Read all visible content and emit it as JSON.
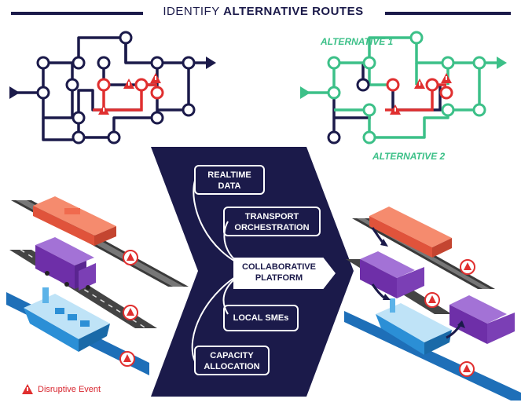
{
  "title": {
    "part1": "IDENTIFY",
    "part2": "ALTERNATIVE ROUTES"
  },
  "alternatives": {
    "alt1": "ALTERNATIVE 1",
    "alt2": "ALTERNATIVE 2"
  },
  "platform": {
    "boxes": [
      {
        "line1": "REALTIME",
        "line2": "DATA"
      },
      {
        "line1": "TRANSPORT",
        "line2": "ORCHESTRATION"
      },
      {
        "line1": "COLLABORATIVE",
        "line2": "PLATFORM"
      },
      {
        "line1": "LOCAL SMEs",
        "line2": ""
      },
      {
        "line1": "CAPACITY",
        "line2": "ALLOCATION"
      }
    ]
  },
  "legend": {
    "label": "Disruptive Event"
  },
  "colors": {
    "navy": "#1b1a4a",
    "red": "#e02f2f",
    "green": "#3cc088",
    "train": "#f0664a",
    "truck": "#7b3fb5",
    "ship": "#2b8fd6",
    "water": "#1e6fb8"
  },
  "icons": {
    "warning": "warning-triangle-icon",
    "arrow": "direction-arrow-icon"
  }
}
